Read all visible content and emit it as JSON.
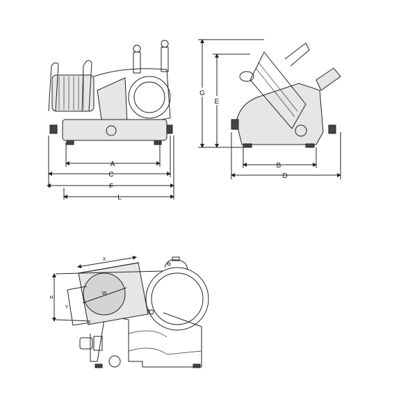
{
  "front_view": {
    "labels": {
      "a": "A",
      "c": "C",
      "f": "F",
      "l": "L"
    }
  },
  "side_view": {
    "labels": {
      "g": "G",
      "e": "E",
      "b": "B",
      "d": "D"
    }
  },
  "top_view": {
    "labels": {
      "x": "X",
      "h": "H",
      "y": "Y",
      "w": "W"
    }
  }
}
